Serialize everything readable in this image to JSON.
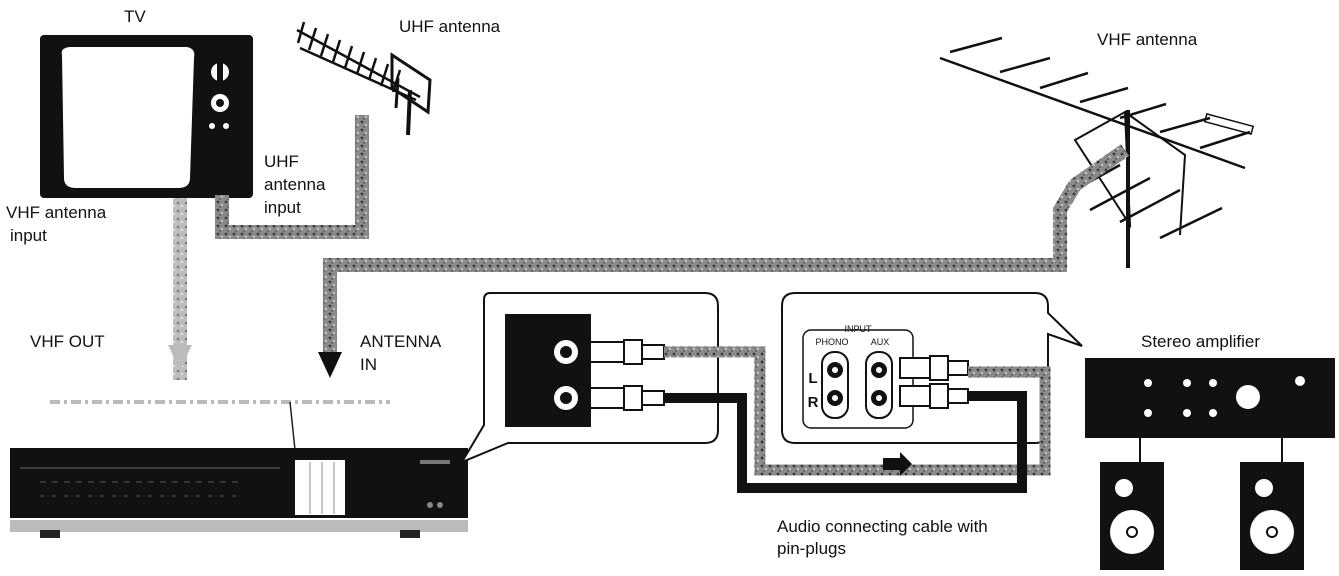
{
  "labels": {
    "tv": "TV",
    "uhf_antenna": "UHF antenna",
    "vhf_antenna": "VHF antenna",
    "uhf_antenna_input": [
      "UHF",
      "antenna",
      "input"
    ],
    "vhf_antenna_input": [
      "VHF antenna",
      "input"
    ],
    "vhf_out": "VHF OUT",
    "antenna_in": [
      "ANTENNA",
      "IN"
    ],
    "stereo_amplifier": "Stereo amplifier",
    "audio_cable": [
      "Audio connecting cable with",
      "pin-plugs"
    ]
  },
  "amp_panel": {
    "input": "INPUT",
    "phono": "PHONO",
    "aux": "AUX",
    "left": "L",
    "right": "R"
  }
}
